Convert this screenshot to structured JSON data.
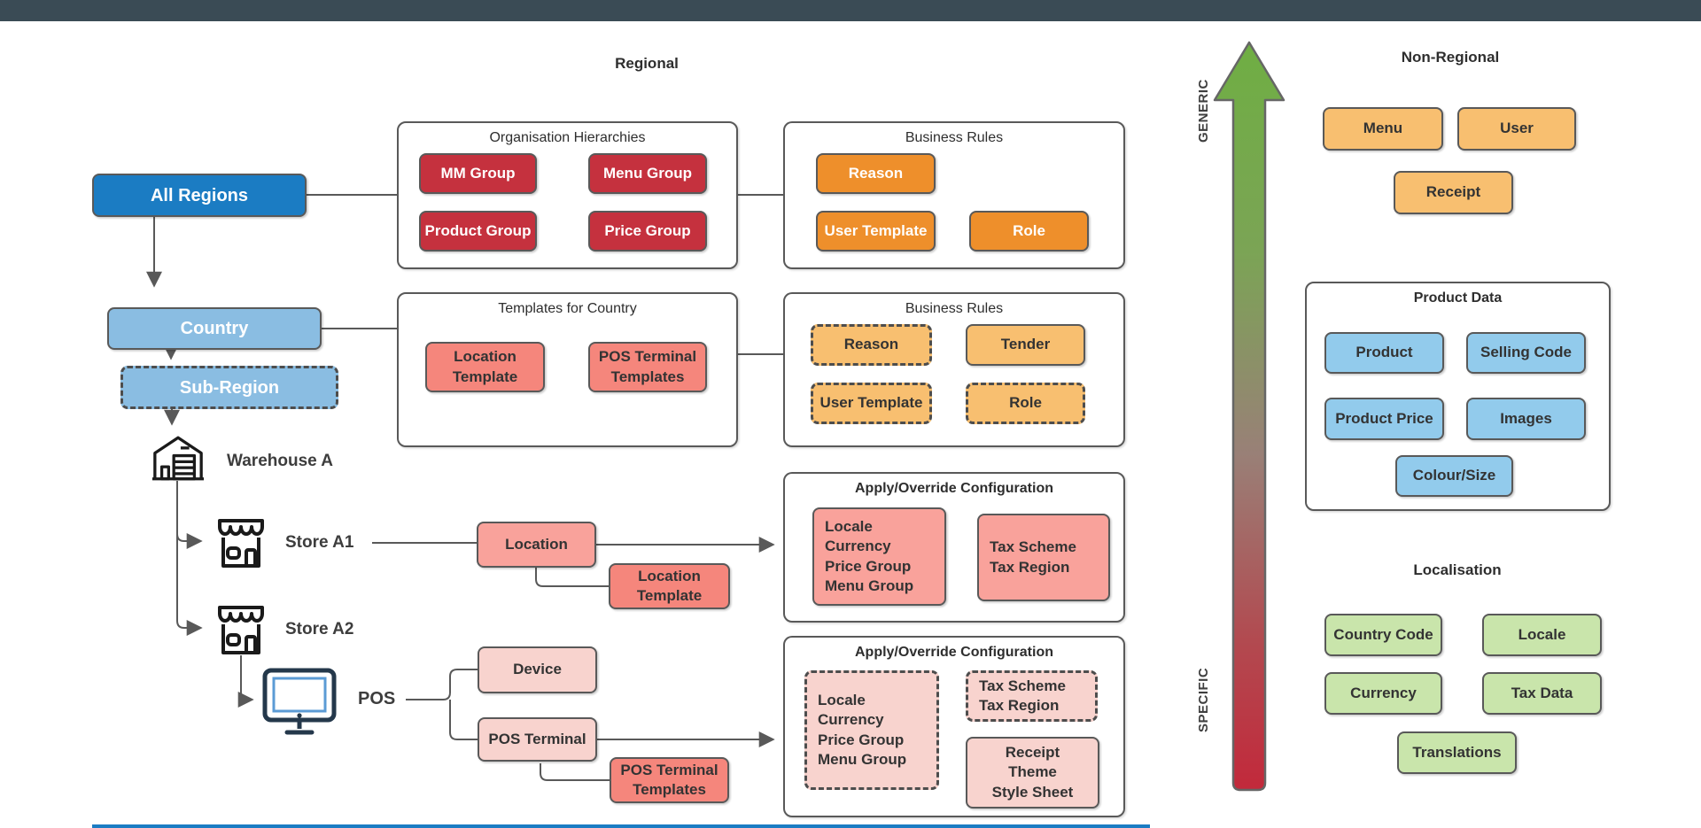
{
  "titles": {
    "regional": "Regional",
    "non_regional": "Non-Regional",
    "localisation": "Localisation"
  },
  "axis": {
    "generic_label": "GENERIC",
    "specific_label": "SPECIFIC"
  },
  "hierarchy": {
    "all_regions": "All Regions",
    "country": "Country",
    "sub_region": "Sub-Region",
    "warehouse_a": "Warehouse A",
    "store_a1": "Store A1",
    "store_a2": "Store A2",
    "pos": "POS"
  },
  "panels": {
    "org_hierarchies": {
      "title": "Organisation Hierarchies",
      "items": [
        "MM Group",
        "Menu Group",
        "Product Group",
        "Price Group"
      ]
    },
    "business_rules_top": {
      "title": "Business Rules",
      "items": [
        "Reason",
        "User Template",
        "Role"
      ]
    },
    "templates_for_country": {
      "title": "Templates for Country",
      "items": [
        "Location\nTemplate",
        "POS Terminal\nTemplates"
      ]
    },
    "business_rules_country": {
      "title": "Business Rules",
      "items": [
        "Reason",
        "Tender",
        "User Template",
        "Role"
      ]
    },
    "apply_override_store": {
      "title": "Apply/Override Configuration",
      "items": [
        "Locale\nCurrency\nPrice Group\nMenu Group",
        "Tax Scheme\nTax Region"
      ]
    },
    "apply_override_pos": {
      "title": "Apply/Override Configuration",
      "items": [
        "Locale\nCurrency\nPrice Group\nMenu Group",
        "Tax Scheme\nTax Region",
        "Receipt\nTheme\nStyle Sheet"
      ]
    },
    "product_data": {
      "title": "Product Data",
      "items": [
        "Product",
        "Selling Code",
        "Product Price",
        "Images",
        "Colour/Size"
      ]
    }
  },
  "store_level": {
    "location": "Location",
    "location_template": "Location\nTemplate",
    "device": "Device",
    "pos_terminal": "POS Terminal",
    "pos_terminal_templates": "POS Terminal\nTemplates"
  },
  "non_regional": {
    "items": [
      "Menu",
      "User",
      "Receipt"
    ]
  },
  "localisation": {
    "items": [
      "Country Code",
      "Locale",
      "Currency",
      "Tax Data",
      "Translations"
    ]
  },
  "icons": {
    "warehouse": "warehouse-building-icon",
    "store": "storefront-icon",
    "pos": "pos-monitor-icon",
    "flow_arrow": "generic-to-specific-gradient-arrow"
  },
  "colors": {
    "top_bar": "#3a4b55",
    "region_blue": "#1b7cc3",
    "light_blue": "#8abde2",
    "red": "#c5313e",
    "orange": "#ee8f2b",
    "light_orange": "#f8bf70",
    "salmon": "#f5867c",
    "pink": "#f9a29b",
    "light_pink": "#f8d3ce",
    "sky_blue": "#92cbec",
    "green_chip": "#c9e5ab",
    "arrow_green": "#6fae43",
    "arrow_red": "#c2293b",
    "line_gray": "#595959"
  }
}
